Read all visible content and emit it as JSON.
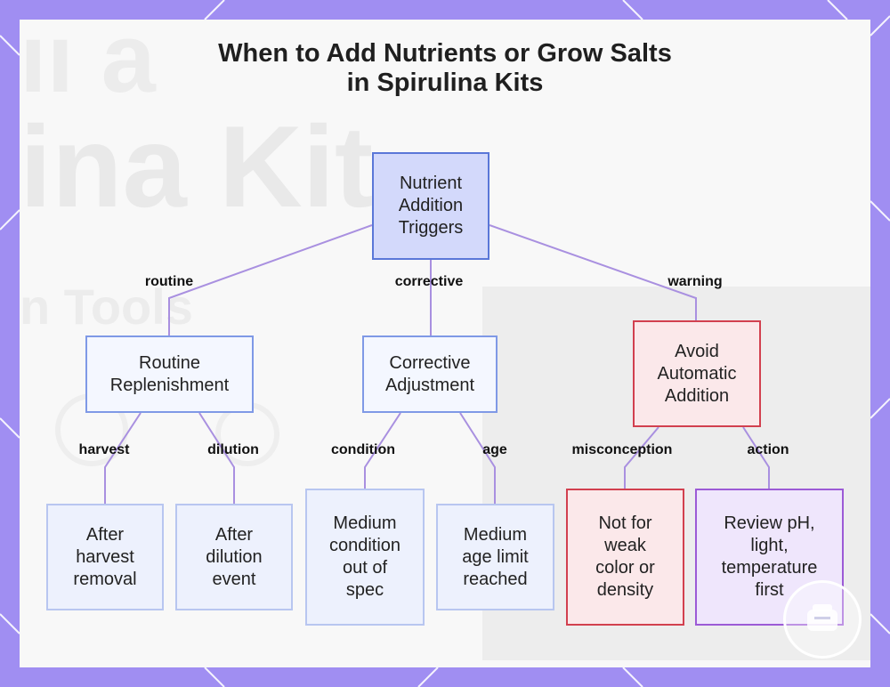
{
  "title": {
    "line1": "When to Add Nutrients or Grow Salts",
    "line2": "in Spirulina Kits"
  },
  "colors": {
    "frame": "#a08ef2",
    "edge": "#a990e0",
    "root_fill": "#d3d9fb",
    "warning_border": "#d2404f",
    "action_border": "#9c5ad6"
  },
  "nodes": {
    "root": "Nutrient\nAddition\nTriggers",
    "routine": "Routine\nReplenishment",
    "corrective": "Corrective\nAdjustment",
    "avoid": "Avoid\nAutomatic\nAddition",
    "harvest": "After\nharvest\nremoval",
    "dilution": "After\ndilution\nevent",
    "condition": "Medium\ncondition\nout of\nspec",
    "age": "Medium\nage limit\nreached",
    "not_for": "Not for\nweak\ncolor or\ndensity",
    "review": "Review pH,\nlight,\ntemperature\nfirst"
  },
  "edge_labels": {
    "routine": "routine",
    "corrective": "corrective",
    "warning": "warning",
    "harvest": "harvest",
    "dilution": "dilution",
    "condition": "condition",
    "age": "age",
    "misconception": "misconception",
    "action": "action"
  },
  "badge_icon": "logo-badge-icon"
}
